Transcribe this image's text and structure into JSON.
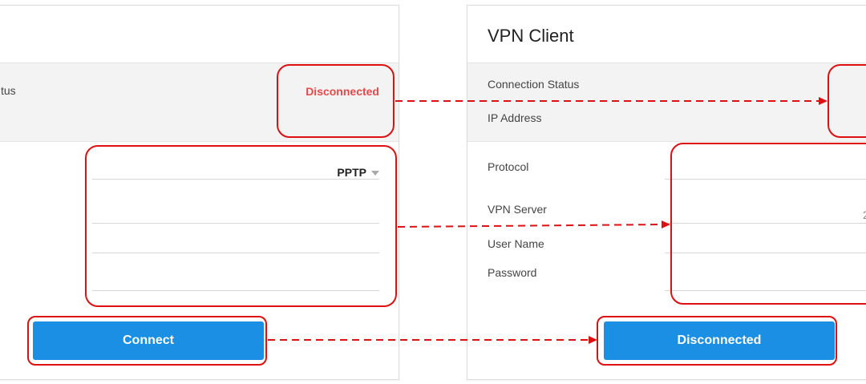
{
  "left_panel": {
    "title": "t",
    "status_label": "tus",
    "status_value": "Disconnected",
    "protocol_value": "PPTP",
    "connect_label": "Connect"
  },
  "right_panel": {
    "title": "VPN Client",
    "connection_status_label": "Connection Status",
    "ip_address_label": "IP Address",
    "protocol_label": "Protocol",
    "vpn_server_label": "VPN Server",
    "vpn_server_value_fragment": "2",
    "user_name_label": "User Name",
    "password_label": "Password",
    "button_label": "Disconnected"
  },
  "colors": {
    "accent_button": "#1a8fe3",
    "status_disconnected": "#e84848",
    "annotation": "#e01010",
    "status_background": "#f3f3f3"
  },
  "icons": {
    "dropdown": "chevron-down-icon",
    "arrow": "arrow-right-icon"
  }
}
